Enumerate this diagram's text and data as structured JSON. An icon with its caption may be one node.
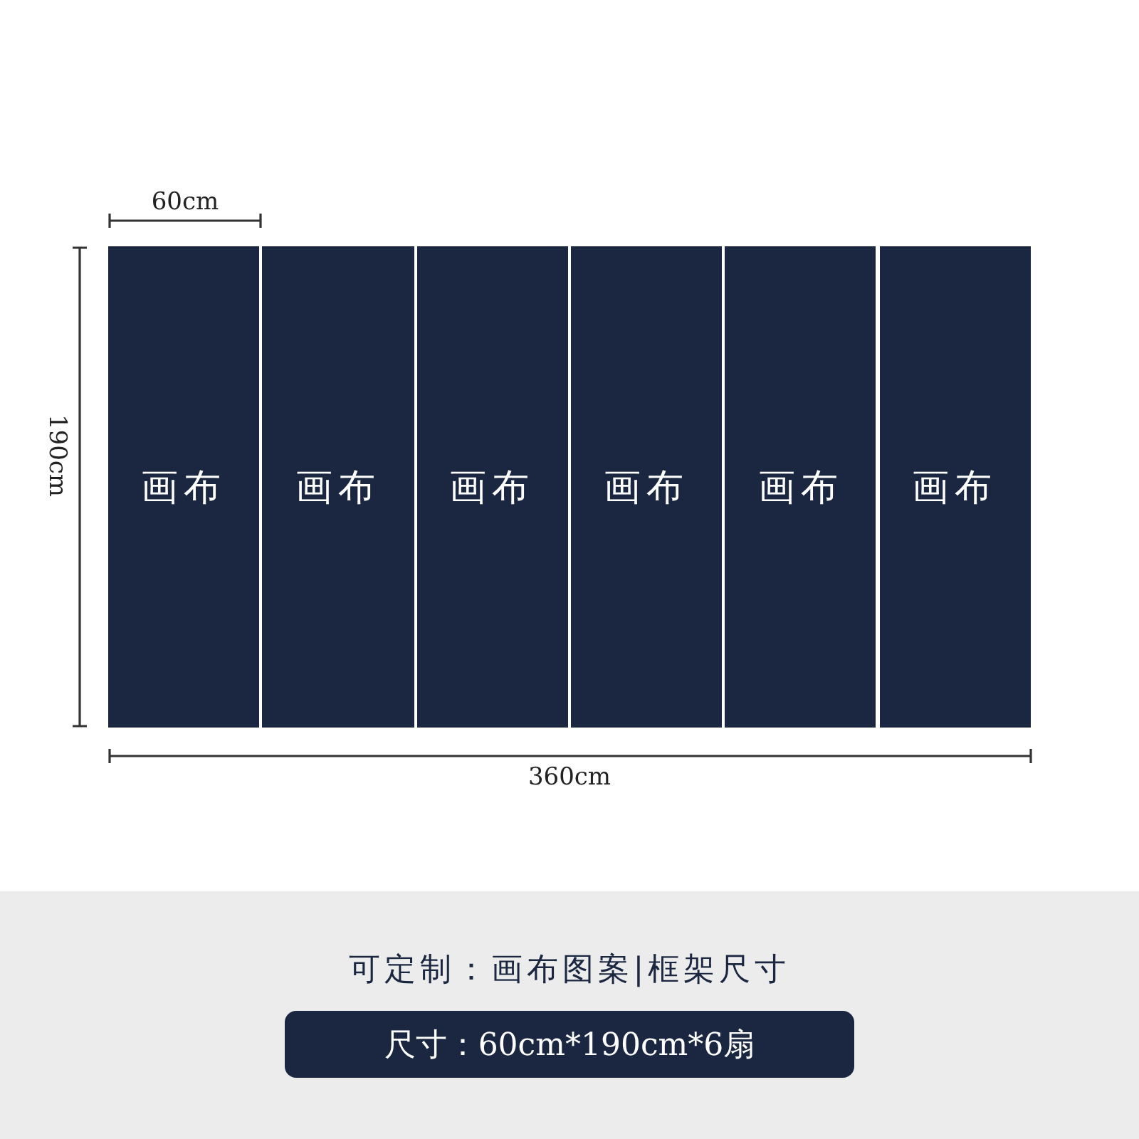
{
  "diagram": {
    "nodes": [
      {
        "text": [
          "画布"
        ]
      },
      {
        "text": [
          "画布"
        ]
      },
      {
        "text": [
          "画布"
        ]
      },
      {
        "text": [
          "画布"
        ]
      },
      {
        "text": [
          "画布"
        ]
      },
      {
        "text": [
          "画布"
        ]
      },
      {
        "text": [
          "尺寸：60cm*190cm*6扇"
        ]
      }
    ],
    "labels": [
      "60cm",
      "190cm",
      "360cm",
      "可定制：画布图案|框架尺寸"
    ]
  }
}
